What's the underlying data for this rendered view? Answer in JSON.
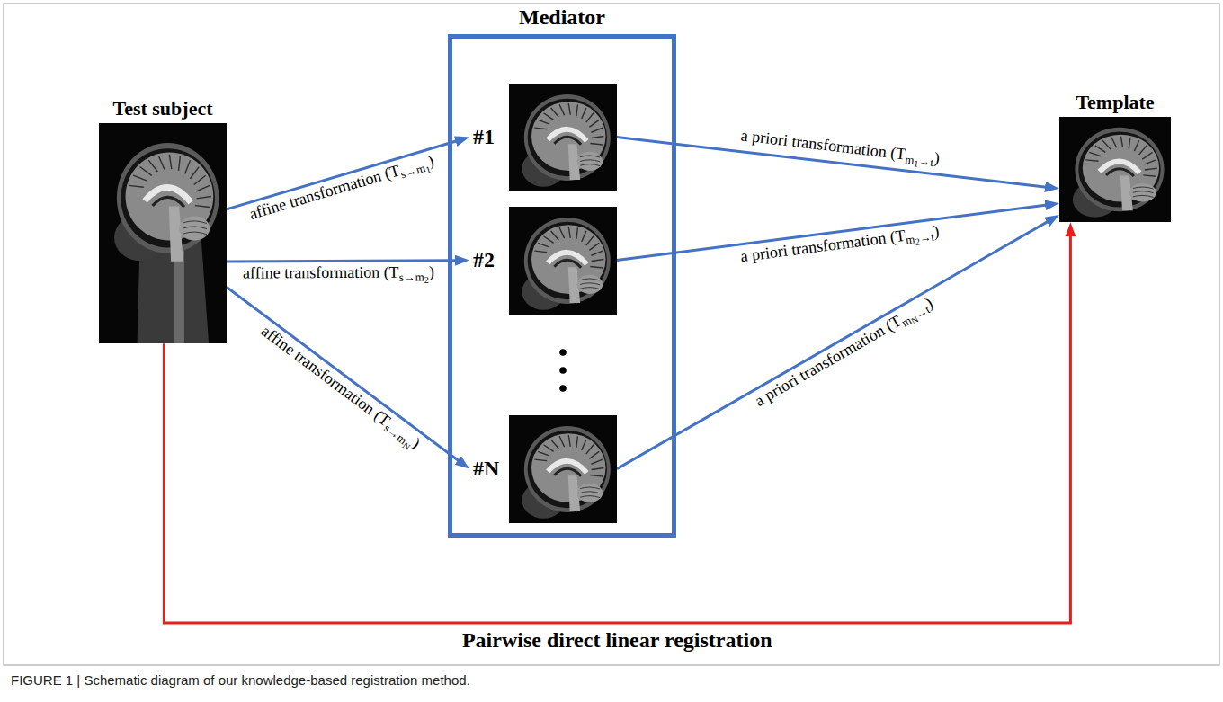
{
  "diagram": {
    "caption": "FIGURE 1 | Schematic diagram of our knowledge-based registration method.",
    "nodes": [
      {
        "text": [
          "Test subject"
        ]
      },
      {
        "text": [
          "Mediator"
        ]
      },
      {
        "text": [
          "#1"
        ],
        "in": 1
      },
      {
        "text": [
          "#2"
        ],
        "in": 1
      },
      {
        "text": [
          "#N"
        ],
        "in": 1
      },
      {
        "text": [
          "Template"
        ]
      }
    ],
    "edges": [
      {
        "from": 0,
        "to": 2,
        "label": "affine transformation (Ts→m1)",
        "arrow": "to"
      },
      {
        "from": 0,
        "to": 3,
        "label": "affine transformation (Ts→m2)",
        "arrow": "to"
      },
      {
        "from": 0,
        "to": 4,
        "label": "affine transformation (Ts→mN)",
        "arrow": "to"
      },
      {
        "from": 2,
        "to": 5,
        "label": "a priori transformation (Tm1→t)",
        "arrow": "to"
      },
      {
        "from": 3,
        "to": 5,
        "label": "a priori transformation (Tm2→t)",
        "arrow": "to"
      },
      {
        "from": 4,
        "to": 5,
        "label": "a priori transformation (TmN→t)",
        "arrow": "to"
      },
      {
        "from": 0,
        "to": 5,
        "label": "Pairwise direct linear registration",
        "arrow": "to"
      }
    ]
  }
}
